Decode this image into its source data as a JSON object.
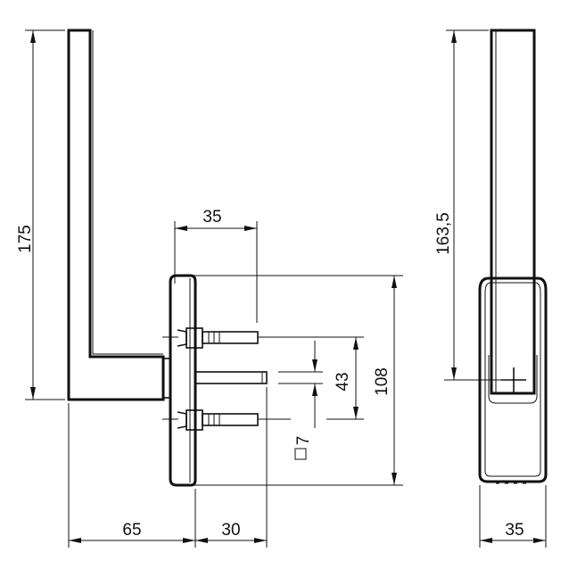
{
  "dimensions": {
    "total_height": "175",
    "spindle_offset_height": "163,5",
    "screw_spacing": "108",
    "rose_inner_spacing": "43",
    "screw_length": "35",
    "square_spindle": "7",
    "handle_projection": "65",
    "spindle_length": "30",
    "rose_width": "35"
  },
  "colors": {
    "line": "#111111",
    "background": "#ffffff"
  }
}
